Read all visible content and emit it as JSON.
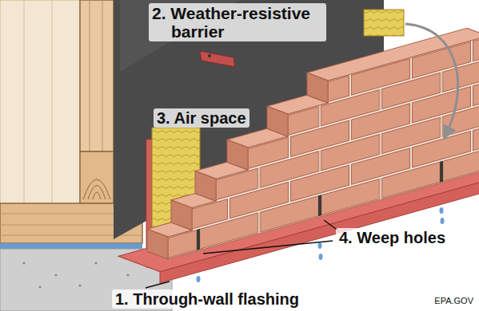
{
  "diagram": {
    "labels": [
      "2. Weather-resistive barrier",
      "3. Air space",
      "4. Weep holes",
      "1. Through-wall flashing",
      "EPA.GOV"
    ]
  }
}
